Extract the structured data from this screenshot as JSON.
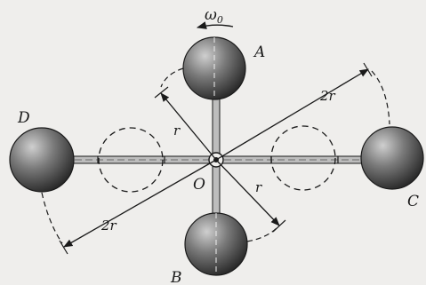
{
  "labels": {
    "omega": "ω",
    "omega_sub": "0",
    "A": "A",
    "B": "B",
    "C": "C",
    "D": "D",
    "O": "O",
    "r_upper": "r",
    "r_lower": "r",
    "two_r_right": "2r",
    "two_r_left": "2r"
  },
  "colors": {
    "background": "#efeeec",
    "ink": "#1a1a1a",
    "sphere_dark": "#2b2b2b",
    "sphere_light": "#c9c9c9"
  }
}
